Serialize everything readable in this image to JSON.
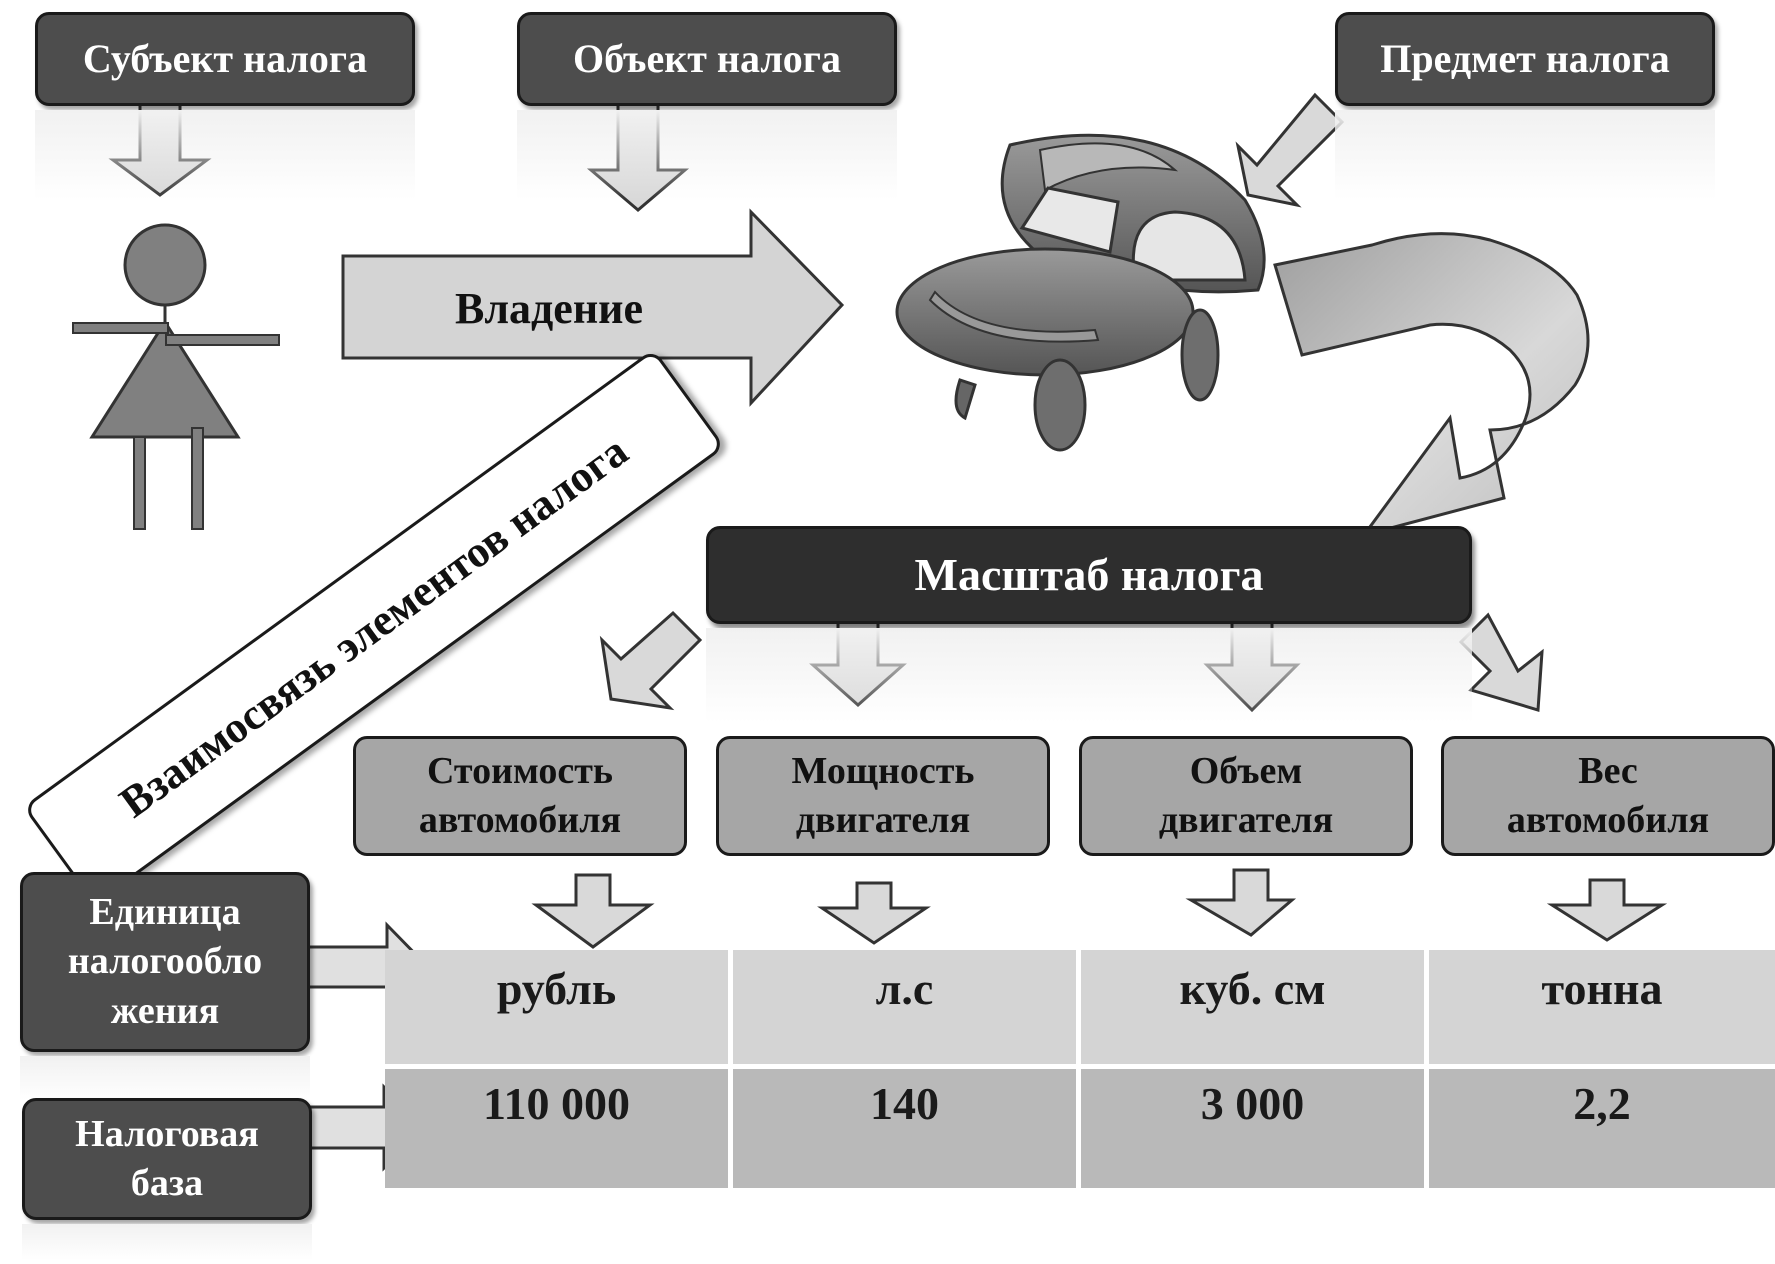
{
  "header_boxes": {
    "subject": "Субъект налога",
    "object": "Объект налога",
    "item": "Предмет налога"
  },
  "ownership_label": "Владение",
  "diagonal_title": "Взаимосвязь элементов налога",
  "scale_title": "Масштаб налога",
  "scale_items": [
    {
      "line1": "Стоимость",
      "line2": "автомобиля"
    },
    {
      "line1": "Мощность",
      "line2": "двигателя"
    },
    {
      "line1": "Объем",
      "line2": "двигателя"
    },
    {
      "line1": "Вес",
      "line2": "автомобиля"
    }
  ],
  "side_labels": {
    "unit": {
      "line1": "Единица",
      "line2": "налогообло",
      "line3": "жения"
    },
    "base": {
      "line1": "Налоговая",
      "line2": "база"
    }
  },
  "units": [
    "рубль",
    "л.с",
    "куб. см",
    "тонна"
  ],
  "base_values": [
    "110 000",
    "140",
    "3 000",
    "2,2"
  ]
}
